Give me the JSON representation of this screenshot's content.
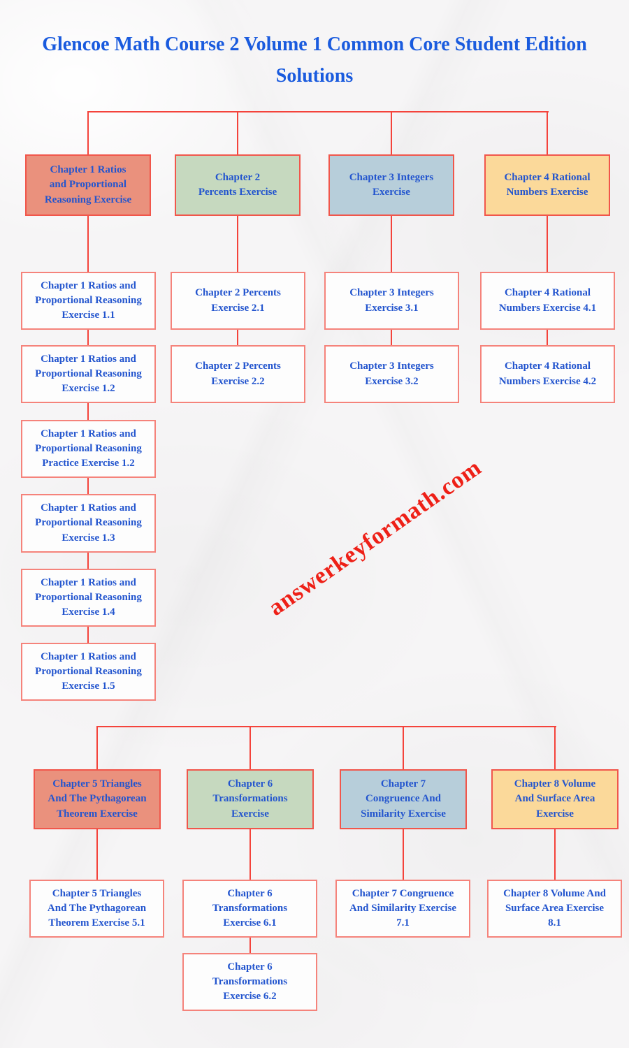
{
  "title": "Glencoe Math Course 2 Volume 1 Common Core Student Edition Solutions",
  "watermark": "answerkeyformath.com",
  "colors": {
    "title_text": "#1a5bde",
    "box_text": "#2355ce",
    "connector": "#f4433b",
    "chapter_border": "#f1564b",
    "exercise_border": "#f5837b",
    "watermark_color": "#ee2017",
    "fill_salmon": "#ea917d",
    "fill_green": "#c6d9bf",
    "fill_blue": "#b7ceda",
    "fill_yellow": "#fbd99a"
  },
  "sections": [
    {
      "chapters": [
        {
          "label": "Chapter 1 Ratios\nand Proportional\nReasoning Exercise",
          "fill": "#ea917d",
          "exercises": [
            "Chapter 1 Ratios and\nProportional Reasoning\nExercise 1.1",
            "Chapter 1 Ratios and\nProportional Reasoning\nExercise 1.2",
            "Chapter 1 Ratios and\nProportional Reasoning\nPractice Exercise 1.2",
            "Chapter 1 Ratios and\nProportional Reasoning\nExercise 1.3",
            "Chapter 1 Ratios and\nProportional Reasoning\nExercise 1.4",
            "Chapter 1 Ratios and\nProportional Reasoning\nExercise 1.5"
          ]
        },
        {
          "label": "Chapter 2\nPercents Exercise",
          "fill": "#c6d9bf",
          "exercises": [
            "Chapter 2 Percents\nExercise 2.1",
            "Chapter 2 Percents\nExercise 2.2"
          ]
        },
        {
          "label": "Chapter 3 Integers\nExercise",
          "fill": "#b7ceda",
          "exercises": [
            "Chapter 3 Integers\nExercise 3.1",
            "Chapter 3 Integers\nExercise 3.2"
          ]
        },
        {
          "label": "Chapter 4 Rational\nNumbers Exercise",
          "fill": "#fbd99a",
          "exercises": [
            "Chapter 4 Rational\nNumbers Exercise 4.1",
            "Chapter 4 Rational\nNumbers Exercise 4.2"
          ]
        }
      ]
    },
    {
      "chapters": [
        {
          "label": "Chapter 5 Triangles\nAnd The Pythagorean\nTheorem Exercise",
          "fill": "#ea917d",
          "exercises": [
            "Chapter 5 Triangles\nAnd The Pythagorean\nTheorem Exercise 5.1"
          ]
        },
        {
          "label": "Chapter 6\nTransformations\nExercise",
          "fill": "#c6d9bf",
          "exercises": [
            "Chapter 6\nTransformations\nExercise 6.1",
            "Chapter 6\nTransformations\nExercise 6.2"
          ]
        },
        {
          "label": "Chapter 7\nCongruence And\nSimilarity Exercise",
          "fill": "#b7ceda",
          "exercises": [
            "Chapter 7 Congruence\nAnd Similarity Exercise\n7.1"
          ]
        },
        {
          "label": "Chapter 8 Volume\nAnd Surface Area\nExercise",
          "fill": "#fbd99a",
          "exercises": [
            "Chapter 8 Volume And\nSurface Area Exercise\n8.1"
          ]
        }
      ]
    }
  ]
}
